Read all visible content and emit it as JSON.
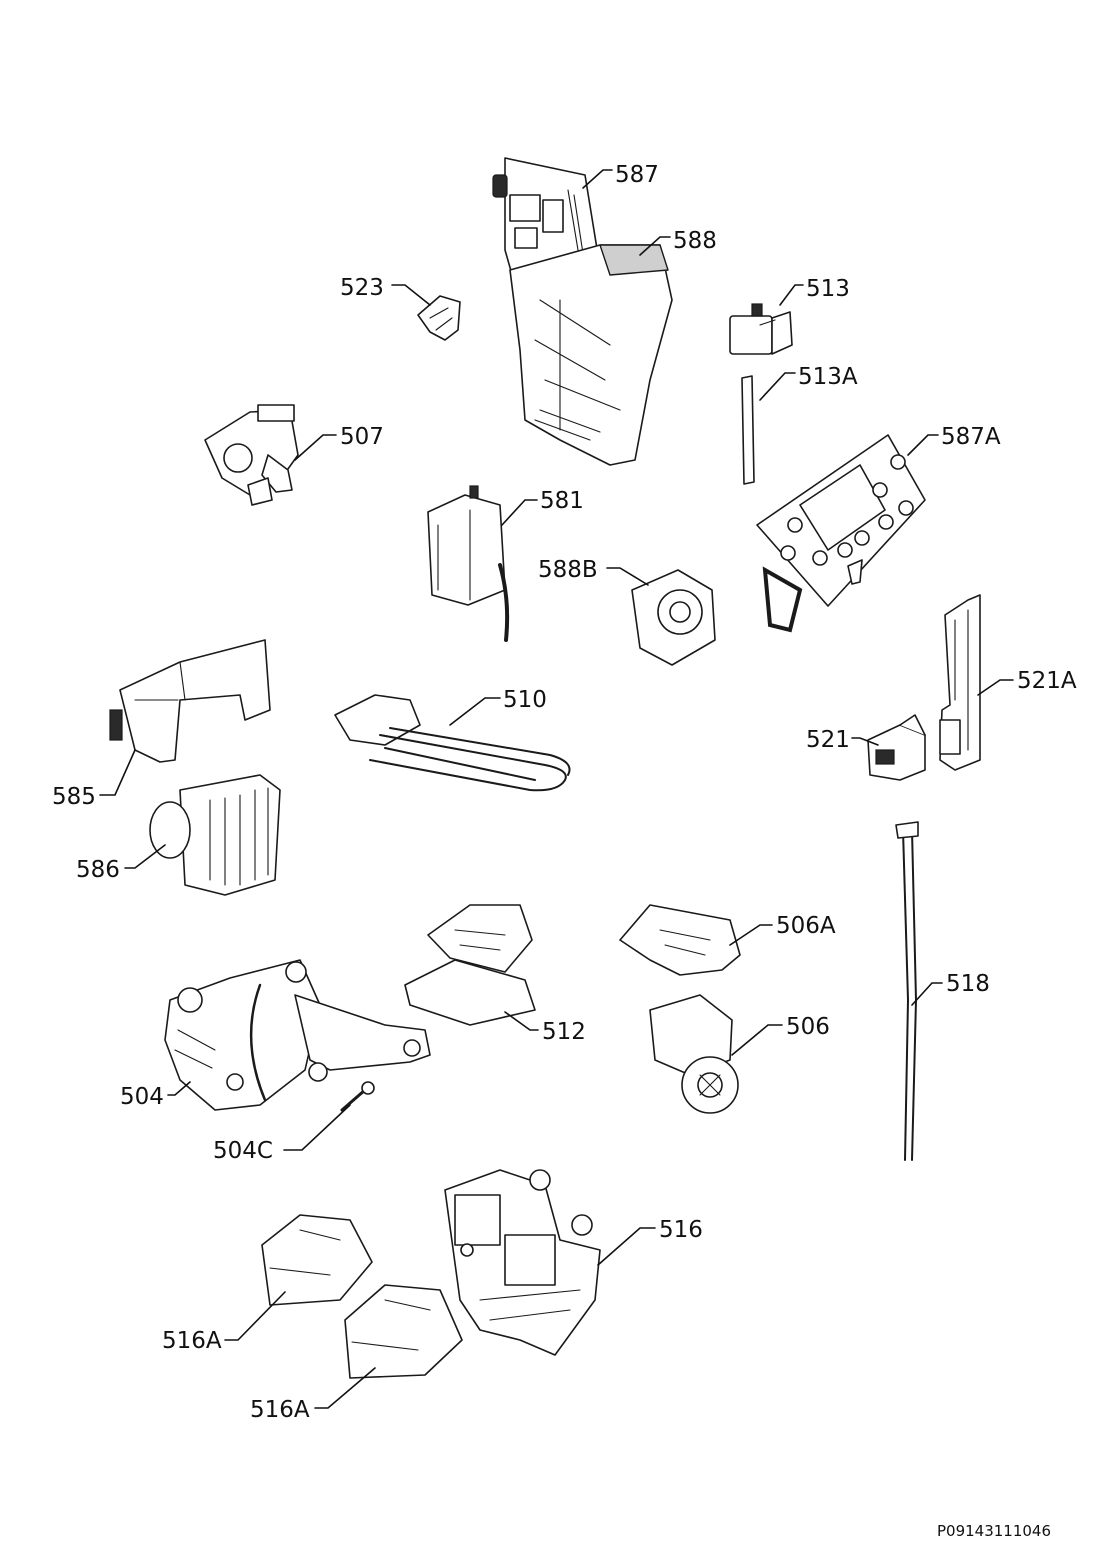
{
  "callouts": {
    "p587": "587",
    "p588": "588",
    "p523": "523",
    "p513": "513",
    "p513a": "513A",
    "p507": "507",
    "p587a": "587A",
    "p581": "581",
    "p588b": "588B",
    "p521a": "521A",
    "p510": "510",
    "p521": "521",
    "p585": "585",
    "p586": "586",
    "p506a": "506A",
    "p518": "518",
    "p512": "512",
    "p506": "506",
    "p504": "504",
    "p504c": "504C",
    "p516": "516",
    "p516a_1": "516A",
    "p516a_2": "516A"
  },
  "document_reference": "P09143111046"
}
